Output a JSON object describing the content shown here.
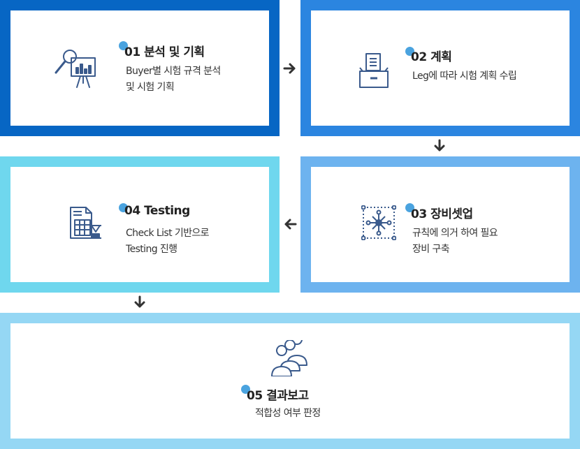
{
  "colors": {
    "step01_frame": "#0766c4",
    "step02_frame": "#2b85e0",
    "step03_frame": "#6db3ef",
    "step04_frame": "#6fd7ee",
    "step05_frame": "#95d7f4",
    "dot": "#4aa3df",
    "icon": "#3a5a8c"
  },
  "steps": [
    {
      "number": "01",
      "title": "분석 및 기획",
      "desc": [
        "Buyer별 시험 규격 분석",
        "및 시험 기획"
      ],
      "icon": "chart-presentation-magnifier-icon"
    },
    {
      "number": "02",
      "title": "계획",
      "desc": [
        "Leg에 따라 시험 계획 수립"
      ],
      "icon": "document-drawer-icon"
    },
    {
      "number": "03",
      "title": "장비셋업",
      "desc": [
        "규칙에 의거 하여 필요",
        "장비 구축"
      ],
      "icon": "network-node-icon"
    },
    {
      "number": "04",
      "title": "Testing",
      "desc": [
        "Check List 기반으로",
        "Testing 진행"
      ],
      "icon": "calculator-hourglass-icon"
    },
    {
      "number": "05",
      "title": "결과보고",
      "desc": [
        "적합성 여부 판정"
      ],
      "icon": "users-group-icon"
    }
  ],
  "arrows": [
    "arrow-right-icon",
    "arrow-down-icon",
    "arrow-left-icon",
    "arrow-down-icon"
  ]
}
